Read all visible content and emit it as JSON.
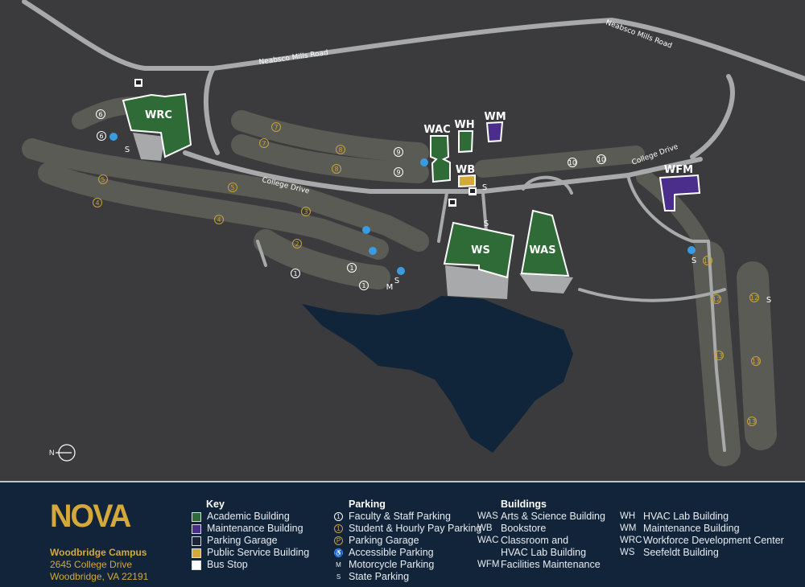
{
  "colors": {
    "background": "#3b3b3d",
    "lot": "#5a5b55",
    "road": "#a8a9ab",
    "lake": "#10253a",
    "footer": "#12243a",
    "academic": "#2e6b37",
    "maintenance": "#4b2d8c",
    "public_service": "#d4a93a",
    "brand": "#d4a93a",
    "accessible": "#3a9be0"
  },
  "roads": {
    "neabsco_1": "Neabsco Mills Road",
    "neabsco_2": "Neabsco Mills Road",
    "college_1": "College Drive",
    "college_2": "College Drive"
  },
  "buildings": {
    "WRC": "WRC",
    "WAC": "WAC",
    "WH": "WH",
    "WM": "WM",
    "WB": "WB",
    "WFM": "WFM",
    "WS": "WS",
    "WAS": "WAS"
  },
  "parking": {
    "p1": "1",
    "p2": "2",
    "p3": "3",
    "p4": "4",
    "p5": "5",
    "p6": "6",
    "p7": "7",
    "p8": "8",
    "p9": "9",
    "p10": "10",
    "p12": "12",
    "p13": "13",
    "state": "S",
    "motorcycle": "M"
  },
  "compass": {
    "label": "N"
  },
  "footer": {
    "logo": "NOVA",
    "campus_name": "Woodbridge Campus",
    "address_1": "2645 College Drive",
    "address_2": "Woodbridge, VA 22191",
    "key": {
      "title": "Key",
      "items": [
        {
          "label": "Academic Building",
          "icon": "green-square"
        },
        {
          "label": "Maintenance Building",
          "icon": "purple-square"
        },
        {
          "label": "Parking Garage",
          "icon": "dark-square"
        },
        {
          "label": "Public Service Building",
          "icon": "gold-square"
        },
        {
          "label": "Bus Stop",
          "icon": "bus-icon"
        }
      ]
    },
    "parking": {
      "title": "Parking",
      "items": [
        {
          "symbol": "1",
          "label": "Faculty & Staff Parking"
        },
        {
          "symbol": "1",
          "label": "Student & Hourly Pay Parking"
        },
        {
          "symbol": "P",
          "label": "Parking Garage"
        },
        {
          "symbol": "♿",
          "label": "Accessible Parking"
        },
        {
          "symbol": "M",
          "label": "Motorcycle Parking"
        },
        {
          "symbol": "S",
          "label": "State Parking"
        }
      ]
    },
    "buildings": {
      "title": "Buildings",
      "items": [
        {
          "code": "WAS",
          "name": "Arts & Science Building"
        },
        {
          "code": "WB",
          "name": "Bookstore"
        },
        {
          "code": "WAC",
          "name": "Classroom and",
          "name2": "HVAC Lab Building"
        },
        {
          "code": "WFM",
          "name": "Facilities Maintenance"
        },
        {
          "code": "WH",
          "name": "HVAC Lab Building"
        },
        {
          "code": "WM",
          "name": "Maintenance Building"
        },
        {
          "code": "WRC",
          "name": "Workforce Development Center"
        },
        {
          "code": "WS",
          "name": "Seefeldt Building"
        }
      ]
    }
  }
}
